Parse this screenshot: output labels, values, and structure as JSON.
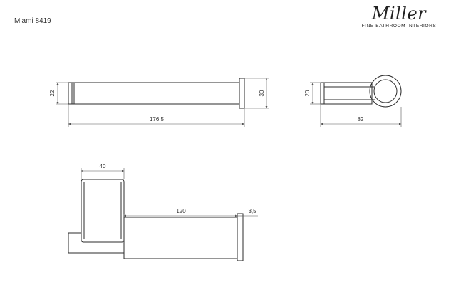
{
  "header": {
    "model": "Miami 8419",
    "brand_logo": "Miller",
    "brand_tagline": "FINE BATHROOM INTERIORS"
  },
  "dimensions": {
    "front_height_small": "22",
    "front_height_large": "30",
    "front_length": "176.5",
    "side_height": "20",
    "side_depth": "82",
    "top_width": "40",
    "top_arm_length": "120",
    "top_end_thickness": "3,5"
  }
}
